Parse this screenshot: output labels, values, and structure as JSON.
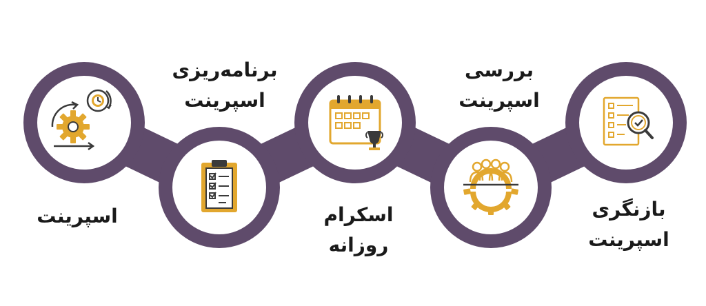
{
  "colors": {
    "chain": "#5f4b6b",
    "icon_gold": "#e2a72e",
    "icon_dark": "#3a3a3a",
    "background": "#ffffff"
  },
  "steps": [
    {
      "label_lines": [
        "اسپرینت"
      ],
      "icon": "gear-clock-cycle-icon"
    },
    {
      "label_lines": [
        "برنامه‌ریزی",
        "اسپرینت"
      ],
      "icon": "clipboard-checklist-icon"
    },
    {
      "label_lines": [
        "اسکرام",
        "روزانه"
      ],
      "icon": "calendar-trophy-icon"
    },
    {
      "label_lines": [
        "بررسی",
        "اسپرینت"
      ],
      "icon": "team-gear-icon"
    },
    {
      "label_lines": [
        "بازنگری",
        "اسپرینت"
      ],
      "icon": "checklist-magnifier-icon"
    }
  ]
}
